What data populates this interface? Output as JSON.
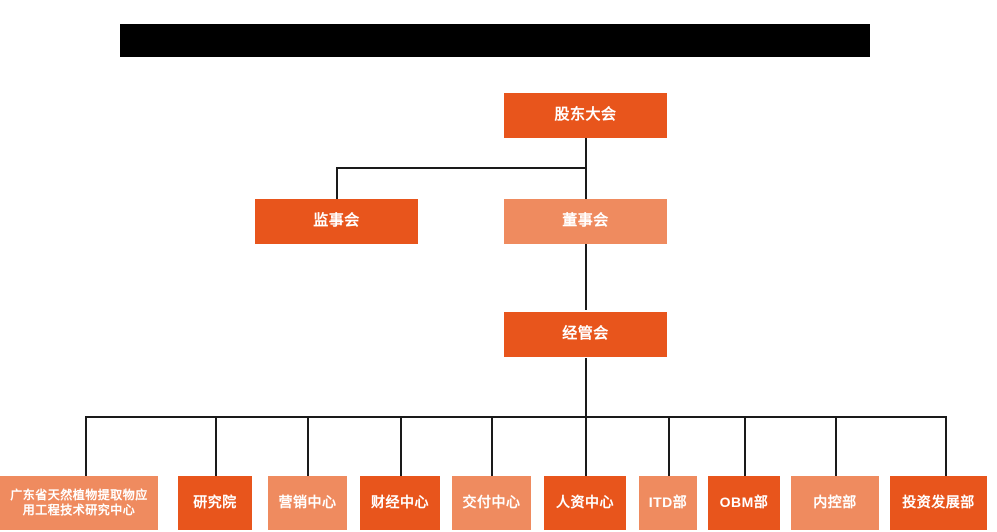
{
  "diagram": {
    "type": "org-chart",
    "title_banner": {
      "label": "",
      "redacted": true
    },
    "colors": {
      "node_dark": "#E8551C",
      "node_light": "#EF8B5F",
      "connector": "#1a1a1a",
      "text": "#FFFFFF",
      "banner": "#000000",
      "background": "#FFFFFF"
    },
    "levels": [
      {
        "level": 1,
        "nodes": [
          {
            "id": "shareholders",
            "label": "股东大会",
            "shade": "dark"
          }
        ]
      },
      {
        "level": 2,
        "nodes": [
          {
            "id": "supervisory",
            "label": "监事会",
            "shade": "dark"
          },
          {
            "id": "board",
            "label": "董事会",
            "shade": "light"
          }
        ]
      },
      {
        "level": 3,
        "nodes": [
          {
            "id": "management",
            "label": "经管会",
            "shade": "dark"
          }
        ]
      },
      {
        "level": 4,
        "nodes": [
          {
            "id": "rnd-center",
            "label": "广东省天然植物提取物应\n用工程技术研究中心",
            "shade": "light"
          },
          {
            "id": "research-institute",
            "label": "研究院",
            "shade": "dark"
          },
          {
            "id": "marketing-center",
            "label": "营销中心",
            "shade": "light"
          },
          {
            "id": "finance-center",
            "label": "财经中心",
            "shade": "dark"
          },
          {
            "id": "delivery-center",
            "label": "交付中心",
            "shade": "light"
          },
          {
            "id": "hr-center",
            "label": "人资中心",
            "shade": "dark"
          },
          {
            "id": "itd-dept",
            "label": "ITD部",
            "shade": "light"
          },
          {
            "id": "obm-dept",
            "label": "OBM部",
            "shade": "dark"
          },
          {
            "id": "internal-control-dept",
            "label": "内控部",
            "shade": "light"
          },
          {
            "id": "investment-dev-dept",
            "label": "投资发展部",
            "shade": "dark"
          }
        ]
      }
    ],
    "edges": [
      {
        "from": "shareholders",
        "to": "supervisory"
      },
      {
        "from": "shareholders",
        "to": "board"
      },
      {
        "from": "board",
        "to": "management"
      },
      {
        "from": "management",
        "to": "rnd-center"
      },
      {
        "from": "management",
        "to": "research-institute"
      },
      {
        "from": "management",
        "to": "marketing-center"
      },
      {
        "from": "management",
        "to": "finance-center"
      },
      {
        "from": "management",
        "to": "delivery-center"
      },
      {
        "from": "management",
        "to": "hr-center"
      },
      {
        "from": "management",
        "to": "itd-dept"
      },
      {
        "from": "management",
        "to": "obm-dept"
      },
      {
        "from": "management",
        "to": "internal-control-dept"
      },
      {
        "from": "management",
        "to": "investment-dev-dept"
      }
    ]
  }
}
